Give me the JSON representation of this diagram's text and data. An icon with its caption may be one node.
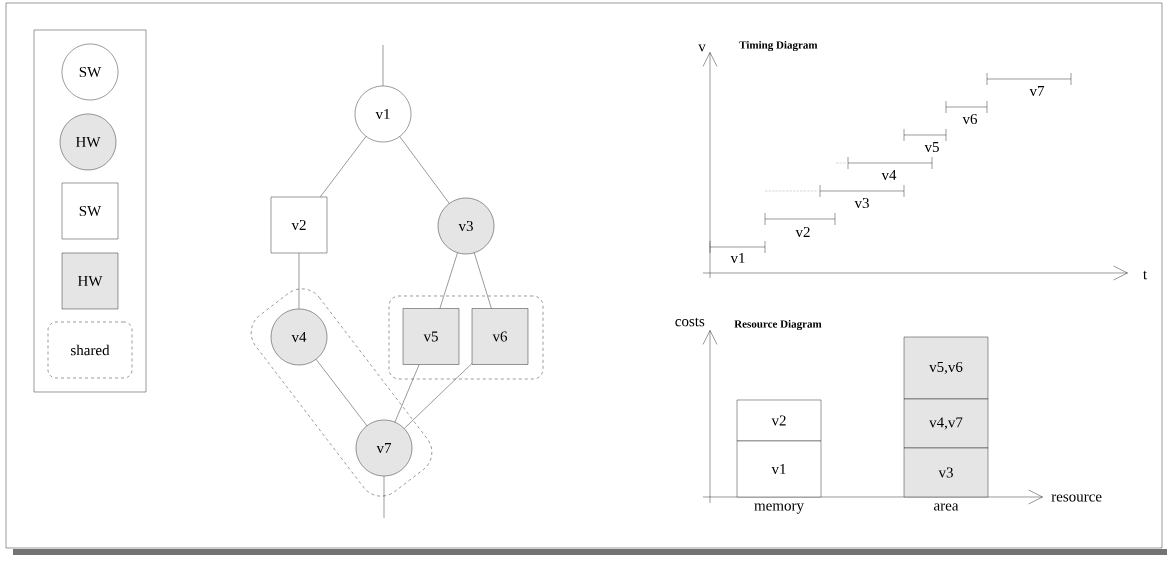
{
  "diagram": {
    "nodes": [
      {
        "text": [],
        "shape": "box"
      },
      {
        "text": [
          "SW"
        ],
        "in": 0
      },
      {
        "text": [
          "HW"
        ],
        "in": 0
      },
      {
        "text": [
          "SW"
        ],
        "in": 0
      },
      {
        "text": [
          "HW"
        ],
        "in": 0
      },
      {
        "text": [
          "shared"
        ],
        "in": 0
      },
      {
        "text": [
          "v1"
        ]
      },
      {
        "text": [
          "v2"
        ]
      },
      {
        "text": [
          "v3"
        ]
      },
      {
        "text": [],
        "shape": "box"
      },
      {
        "text": [
          "v4"
        ],
        "in": 9
      },
      {
        "text": [],
        "shape": "box"
      },
      {
        "text": [
          "v5"
        ],
        "in": 11
      },
      {
        "text": [
          "v6"
        ],
        "in": 11
      },
      {
        "text": [
          "v7"
        ],
        "in": 9
      },
      {
        "text": [
          "v2"
        ]
      },
      {
        "text": [
          "v1"
        ],
        "beside": [
          "memory"
        ]
      },
      {
        "text": [
          "v5,v6"
        ]
      },
      {
        "text": [
          "v4,v7"
        ]
      },
      {
        "text": [
          "v3"
        ],
        "beside": [
          "area"
        ]
      }
    ],
    "edges": [
      {
        "from": null,
        "to": 6,
        "arrow": "none"
      },
      {
        "from": 6,
        "to": 7,
        "arrow": "none"
      },
      {
        "from": 6,
        "to": 8,
        "arrow": "none"
      },
      {
        "from": 7,
        "to": 10,
        "arrow": "none"
      },
      {
        "from": 8,
        "to": 12,
        "arrow": "none"
      },
      {
        "from": 8,
        "to": 13,
        "arrow": "none"
      },
      {
        "from": 10,
        "to": 14,
        "arrow": "none"
      },
      {
        "from": 12,
        "to": 14,
        "arrow": "none"
      },
      {
        "from": 13,
        "to": 14,
        "arrow": "none"
      },
      {
        "from": 14,
        "to": null,
        "arrow": "none"
      }
    ],
    "labels": [
      "Timing Diagram",
      "v",
      "t",
      "v1",
      "v2",
      "v3",
      "v4",
      "v5",
      "v6",
      "v7",
      "Resource Diagram",
      "costs",
      "resource"
    ]
  }
}
